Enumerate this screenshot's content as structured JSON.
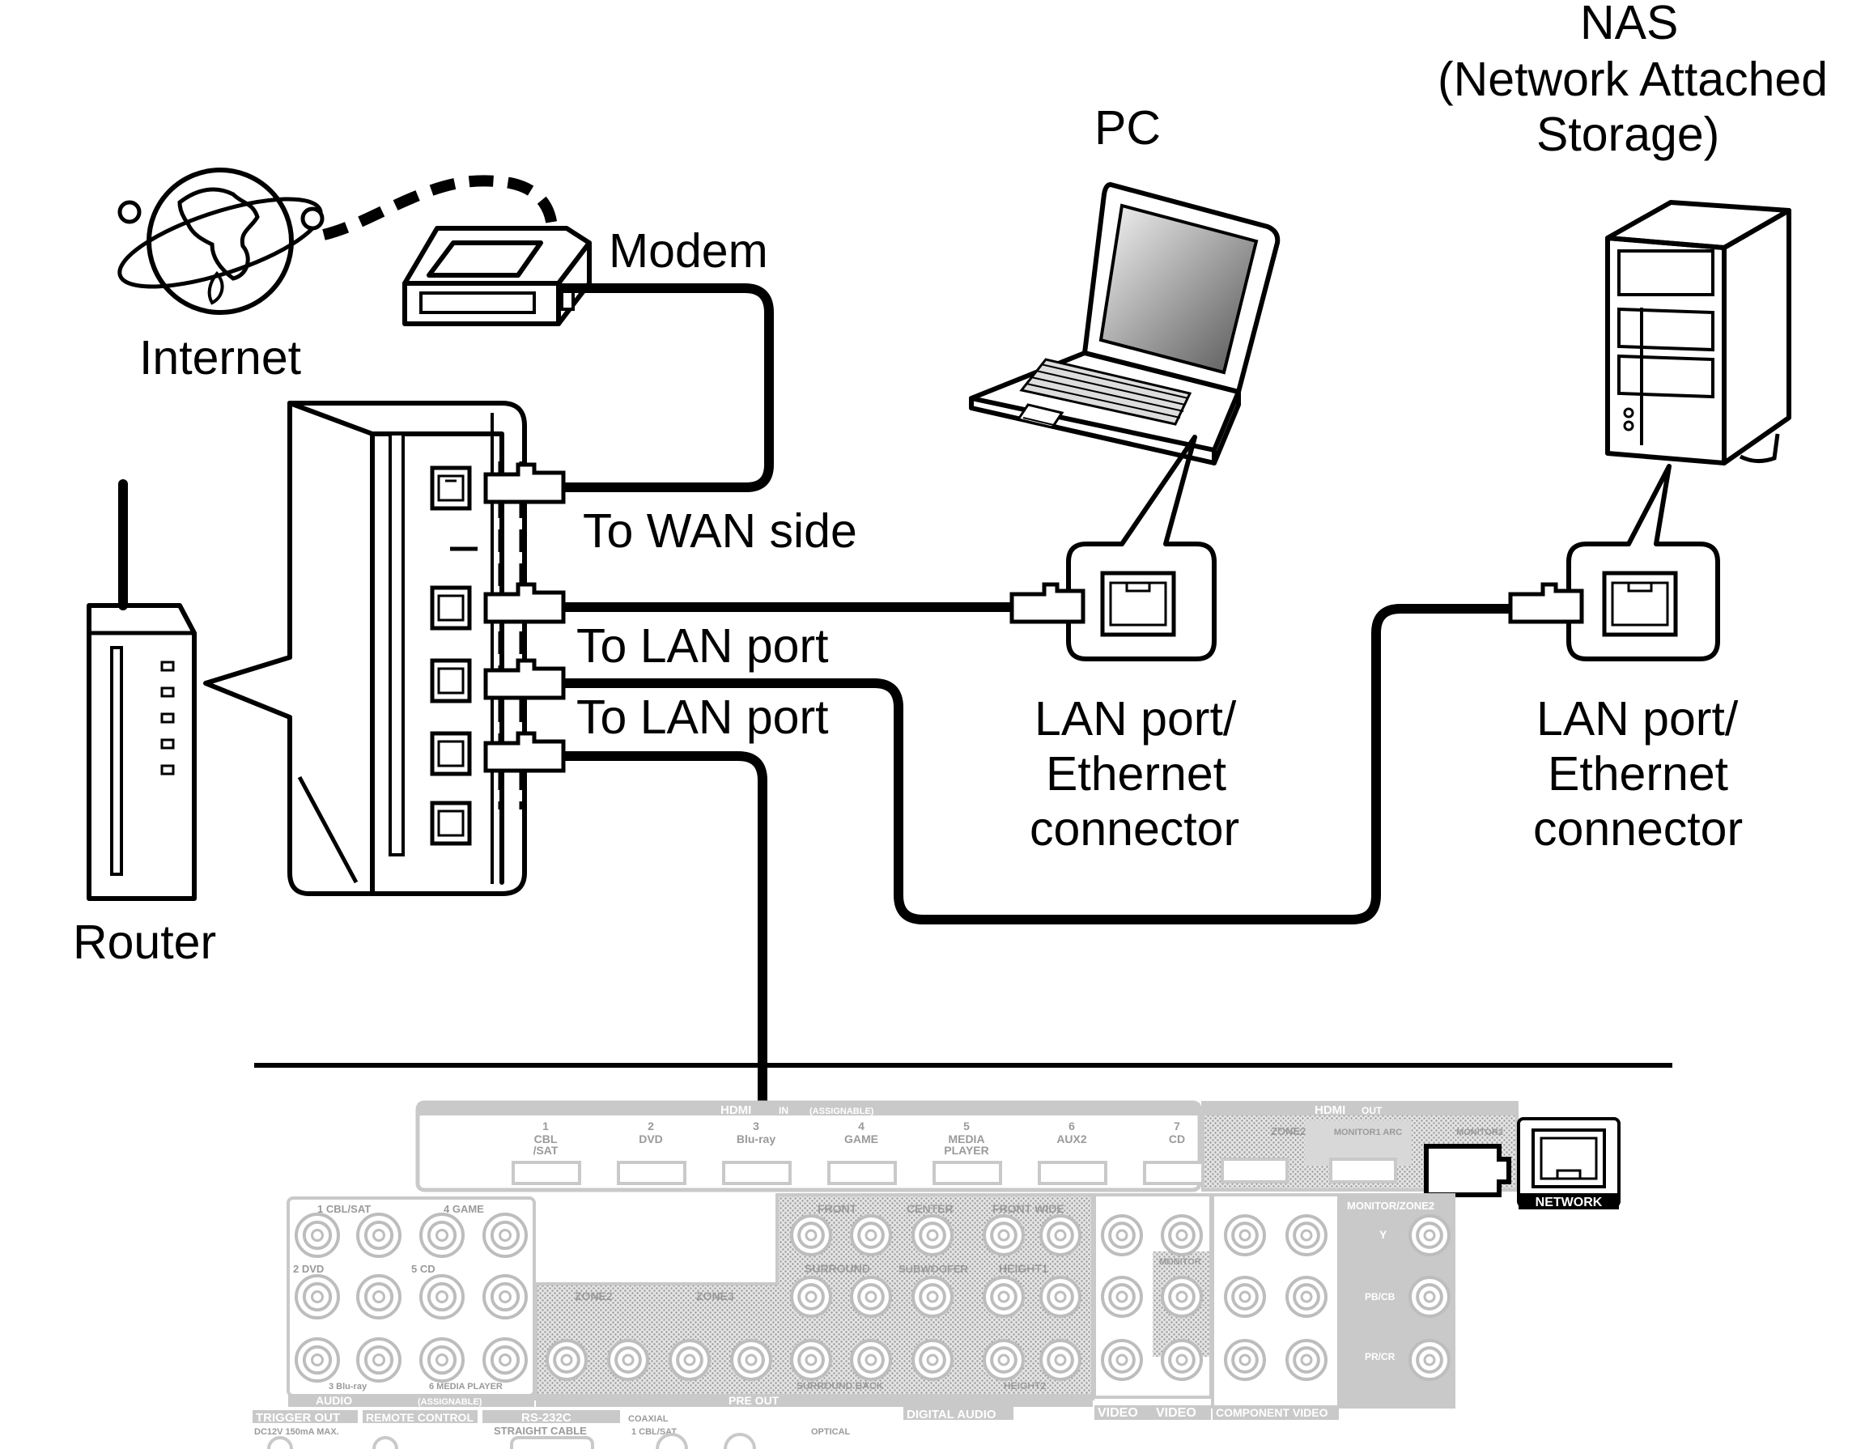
{
  "labels": {
    "internet": "Internet",
    "modem": "Modem",
    "router": "Router",
    "pc": "PC",
    "nas_line1": "NAS",
    "nas_line2": "(Network Attached",
    "nas_line3": "Storage)",
    "to_wan": "To WAN side",
    "to_lan_1": "To LAN port",
    "to_lan_2": "To LAN port",
    "pc_port_1": "LAN port/",
    "pc_port_2": "Ethernet",
    "pc_port_3": "connector",
    "nas_port_1": "LAN port/",
    "nas_port_2": "Ethernet",
    "nas_port_3": "connector"
  },
  "panel": {
    "hdmi_in": "HDMI",
    "hdmi_in_badge": "IN",
    "assignable": "(ASSIGNABLE)",
    "hdmi_out": "HDMI",
    "hdmi_out_badge": "OUT",
    "hdmi_inputs": [
      {
        "num": "1",
        "name": "CBL /SAT"
      },
      {
        "num": "2",
        "name": "DVD"
      },
      {
        "num": "3",
        "name": "Blu-ray"
      },
      {
        "num": "4",
        "name": "GAME"
      },
      {
        "num": "5",
        "name": "MEDIA PLAYER"
      },
      {
        "num": "6",
        "name": "AUX2"
      },
      {
        "num": "7",
        "name": "CD"
      }
    ],
    "zone2": "ZONE2",
    "monitor_arc": "MONITOR1 ARC",
    "monitor2": "MONITOR2",
    "network": "NETWORK",
    "audio_in": "AUDIO",
    "audio_assignable": "(ASSIGNABLE)",
    "pre_out": "PRE OUT",
    "front": "FRONT",
    "center": "CENTER",
    "front_wide": "FRONT WIDE",
    "surround": "SURROUND",
    "subwoofer": "SUBWOOFER",
    "height1": "HEIGHT1",
    "surround_back": "SURROUND BACK",
    "height2": "HEIGHT2",
    "zone3": "ZONE3",
    "video_in": "VIDEO",
    "video_out": "VIDEO",
    "monitor": "MONITOR",
    "component_in": "COMPONENT VIDEO",
    "component_out": "COMPONENT VIDEO",
    "monitor_zone2": "MONITOR/ZONE2",
    "y": "Y",
    "pb": "PB/CB",
    "pr": "PR/CR",
    "trigger_out": "TRIGGER OUT",
    "trigger_spec": "DC12V 150mA MAX.",
    "remote_control": "REMOTE CONTROL",
    "rs232c": "RS-232C",
    "straight_cable": "STRAIGHT CABLE",
    "digital_audio": "DIGITAL AUDIO",
    "coaxial": "COAXIAL",
    "optical": "OPTICAL",
    "cbl_sat": "1 CBL/SAT",
    "game4": "4 GAME",
    "dvd2": "2 DVD",
    "cd5": "5 CD",
    "bluray3": "3 Blu-ray",
    "media6": "6 MEDIA PLAYER"
  }
}
